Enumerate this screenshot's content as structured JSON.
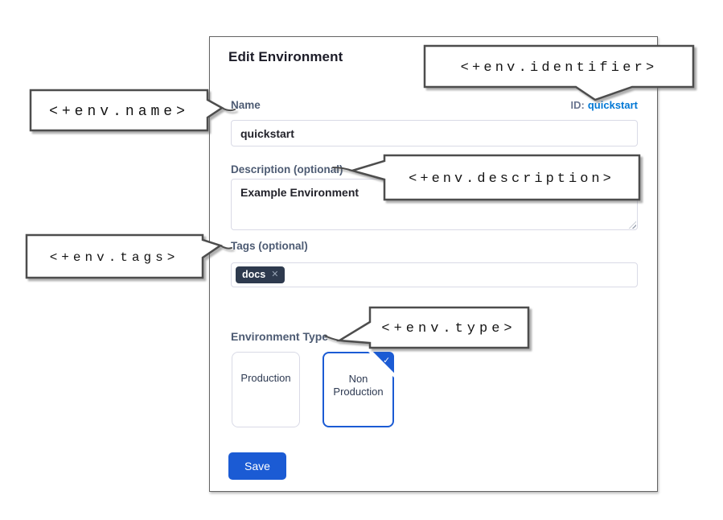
{
  "dialog": {
    "title": "Edit Environment",
    "name": {
      "label": "Name",
      "value": "quickstart"
    },
    "identifier": {
      "label": "ID:",
      "value": "quickstart"
    },
    "description": {
      "label": "Description (optional)",
      "value": "Example Environment"
    },
    "tags": {
      "label": "Tags (optional)",
      "items": [
        {
          "label": "docs",
          "remove_icon": "✕"
        }
      ]
    },
    "environment_type": {
      "label": "Environment Type",
      "options": [
        {
          "label": "Production"
        },
        {
          "label": "Non Production"
        }
      ],
      "selected": "Non Production",
      "check_icon": "✓"
    },
    "save_label": "Save"
  },
  "callouts": {
    "identifier": "<+env.identifier>",
    "name": "<+env.name>",
    "description": "<+env.description>",
    "tags": "<+env.tags>",
    "type": "<+env.type>"
  },
  "colors": {
    "primary_blue": "#1b5bd4",
    "link_blue": "#0278d5",
    "tag_chip_bg": "#2e3a4e",
    "label_slate": "#4d5b73"
  }
}
